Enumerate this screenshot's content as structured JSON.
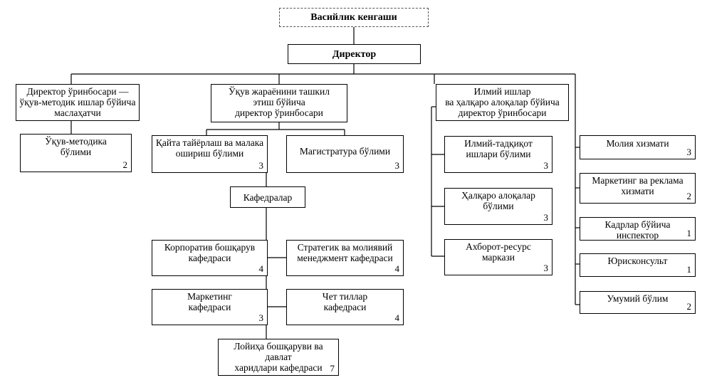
{
  "nodes": {
    "council": {
      "label": "Васийлик кенгаши"
    },
    "director": {
      "label": "Директор"
    },
    "deputy_method": {
      "label": "Директор ўринбосари —\nўқув-методик ишлар бўйича\nмаслаҳатчи"
    },
    "deputy_edu": {
      "label": "Ўқув жараёнини ташкил\nэтиш бўйича\nдиректор ўринбосари"
    },
    "deputy_sci": {
      "label": "Илмий ишлар\nва ҳалқаро алоқалар бўйича\nдиректор ўринбосари"
    },
    "method_dept": {
      "label": "Ўқув-методика\nбўлими",
      "count": "2"
    },
    "retrain_dept": {
      "label": "Қайта тайёрлаш ва малака\nошириш бўлими",
      "count": "3"
    },
    "masters_dept": {
      "label": "Магистратура бўлими",
      "count": "3"
    },
    "chairs": {
      "label": "Кафедралар"
    },
    "corp_chair": {
      "label": "Корпоратив бошқарув\nкафедраси",
      "count": "4"
    },
    "strat_chair": {
      "label": "Стратегик ва молиявий\nменеджмент кафедраси",
      "count": "4"
    },
    "mkt_chair": {
      "label": "Маркетинг\nкафедраси",
      "count": "3"
    },
    "lang_chair": {
      "label": "Чет тиллар\nкафедраси",
      "count": "4"
    },
    "proj_chair": {
      "label": "Лойиҳа бошқаруви ва давлат\nхаридлари кафедраси",
      "count": "7"
    },
    "research_dept": {
      "label": "Илмий-тадқиқот\nишлари бўлими",
      "count": "3"
    },
    "intl_dept": {
      "label": "Ҳалқаро алоқалар\nбўлими",
      "count": "3"
    },
    "info_center": {
      "label": "Ахборот-ресурс\nмаркази",
      "count": "3"
    },
    "finance": {
      "label": "Молия хизмати",
      "count": "3"
    },
    "marketing_pr": {
      "label": "Маркетинг ва реклама\nхизмати",
      "count": "2"
    },
    "hr": {
      "label": "Кадрлар бўйича инспектор",
      "count": "1"
    },
    "legal": {
      "label": "Юрисконсульт",
      "count": "1"
    },
    "general": {
      "label": "Умумий бўлим",
      "count": "2"
    }
  }
}
